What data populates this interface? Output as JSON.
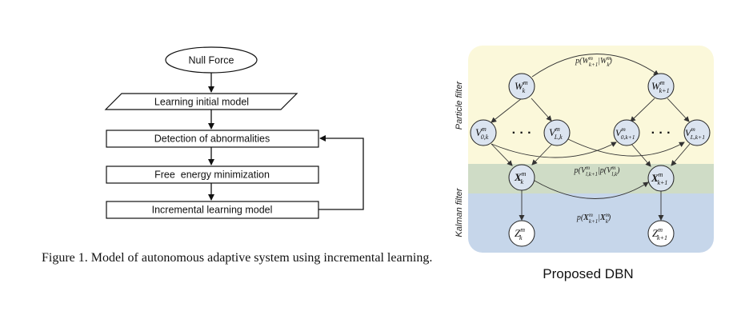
{
  "flowchart": {
    "start": "Null Force",
    "input": "Learning initial model",
    "steps": [
      "Detection of abnormalities",
      "Free  energy minimization",
      "Incremental learning model"
    ]
  },
  "caption": "Figure 1. Model of autonomous adaptive system using incremental learning.",
  "dbn": {
    "title": "Proposed DBN",
    "particle_label": "Particle filter",
    "kalman_label": "Kalman filter",
    "probs": [
      "p(W^m_{k+1}|W^m_k)",
      "p(V^m_{l,k+1}|p(V^m_{l,k})",
      "p(X^m_{k+1}|X^m_k)"
    ],
    "ellipsis": "· · ·"
  },
  "colors": {
    "particle_region": "#fbf8da",
    "kalman_region": "#c6d6ea",
    "overlap_region": "#cfdcc6",
    "node_fill": "#dbe4f0"
  }
}
